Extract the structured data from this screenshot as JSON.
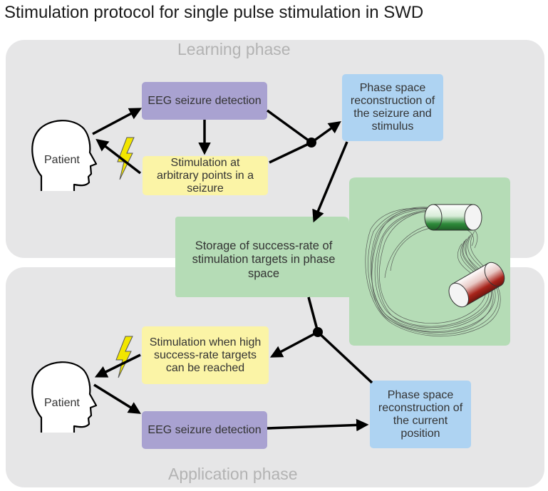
{
  "title": "Stimulation protocol for single pulse stimulation in SWD",
  "learning": {
    "phase_label": "Learning phase",
    "patient": "Patient",
    "eeg_detection": "EEG seizure detection",
    "stimulation": "Stimulation at arbitrary points in a seizure",
    "phase_space": "Phase space reconstruction of the seizure and stimulus"
  },
  "storage": "Storage of success-rate of stimulation targets in phase space",
  "application": {
    "phase_label": "Application phase",
    "patient": "Patient",
    "stimulation": "Stimulation when high success-rate targets can be reached",
    "eeg_detection": "EEG seizure detection",
    "phase_space": "Phase space reconstruction of the current position"
  },
  "colors": {
    "panel": "#e6e6e7",
    "eeg_box": "#a9a2d1",
    "stimulation_box": "#fbf4a6",
    "phase_space_box": "#aed3f2",
    "storage_box": "#b5dcb6",
    "lightning": "#f2e600",
    "cylinder_green": "#2e8b3a",
    "cylinder_red": "#a8241b"
  },
  "icons": [
    "head-silhouette-icon",
    "lightning-bolt-icon",
    "cylinder-icon",
    "trajectory-lines-icon"
  ]
}
